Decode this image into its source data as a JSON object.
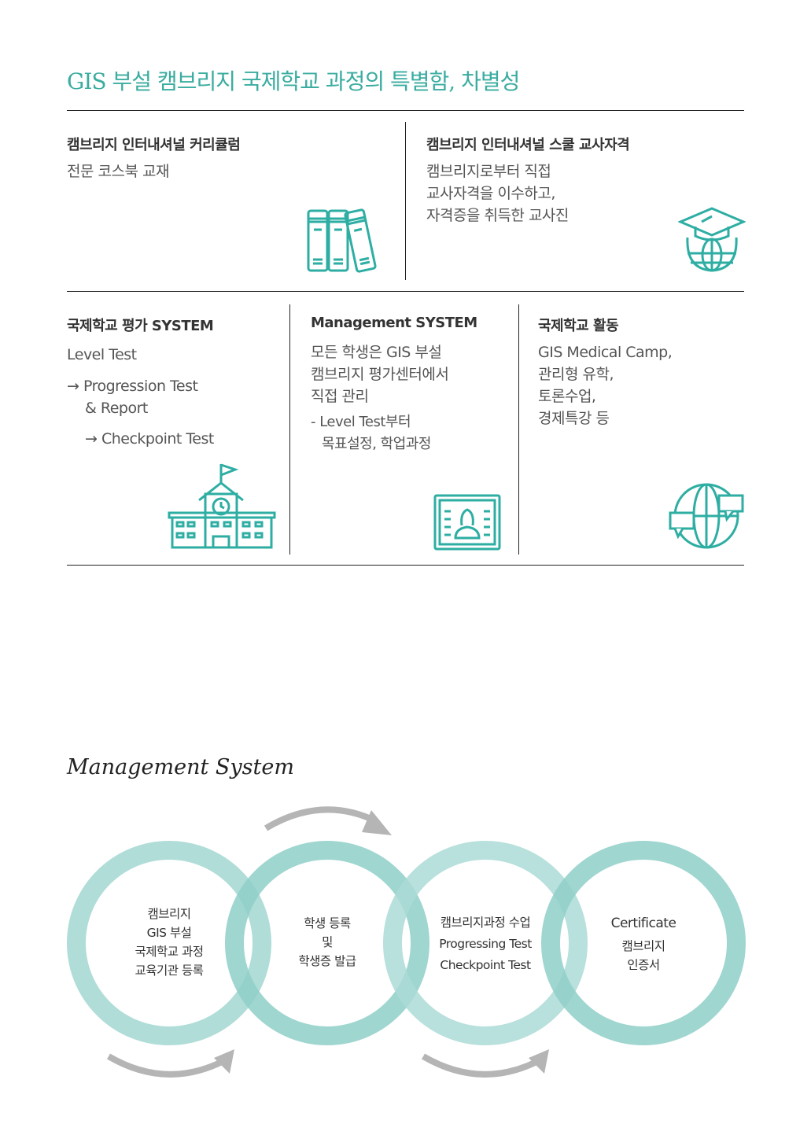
{
  "title": "GIS 부설 캠브리지 국제학교 과정의 특별함, 차별성",
  "cells": [
    {
      "heading": "캠브리지 인터내셔널 커리큘럼",
      "lines": [
        "전문 코스북 교재"
      ]
    },
    {
      "heading": "캠브리지 인터내셔널 스쿨 교사자격",
      "lines": [
        "캠브리지로부터 직접",
        "교사자격을 이수하고,",
        "자격증을 취득한 교사진"
      ]
    },
    {
      "heading": "국제학교 평가 SYSTEM",
      "lines": [
        "Level Test",
        "→ Progression Test",
        "& Report",
        "→ Checkpoint Test"
      ]
    },
    {
      "heading": "Management SYSTEM",
      "lines": [
        "모든 학생은 GIS 부설",
        "캠브리지 평가센터에서",
        "직접 관리"
      ],
      "sub": [
        "- Level Test부터",
        "목표설정, 학업과정"
      ]
    },
    {
      "heading": "국제학교 활동",
      "lines": [
        "GIS Medical Camp,",
        "관리형 유학,",
        "토론수업,",
        "경제특강 등"
      ]
    }
  ],
  "management": {
    "title": "Management System",
    "steps": [
      {
        "lines": [
          "캠브리지",
          "GIS 부설",
          "국제학교 과정",
          "교육기관 등록"
        ]
      },
      {
        "lines": [
          "학생 등록",
          "및",
          "학생증 발급"
        ]
      },
      {
        "lines": [
          "캠브리지과정 수업",
          "Progressing Test",
          "Checkpoint Test"
        ]
      },
      {
        "lines": [
          "Certificate",
          "캠브리지",
          "인증서"
        ]
      }
    ]
  },
  "colors": {
    "accent": "#3aaca0",
    "icon": "#2eaea3",
    "ring_light": "#acdbd6",
    "ring_dark": "#8fcfc8",
    "arrow": "#b5b5b5"
  }
}
